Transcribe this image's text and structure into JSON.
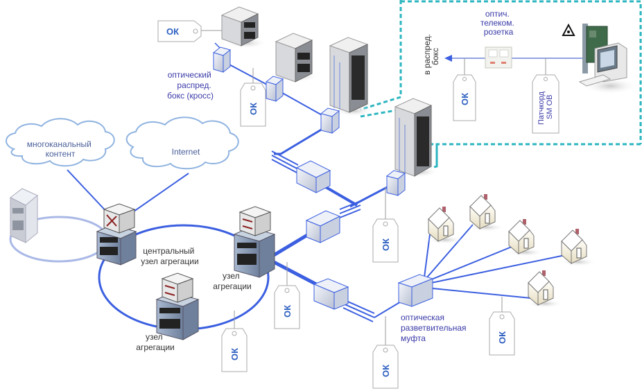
{
  "diagram": {
    "title": "FTTx optical access network scheme",
    "colors": {
      "fiber": "#3b5fe0",
      "fiber_light": "#a9b8e6",
      "inset_border": "#2cb5c0",
      "tag_text": "#2d5fc0",
      "label_blue": "#3a3aa8",
      "label_dark": "#333333"
    },
    "clouds": [
      {
        "id": "multichannel-content",
        "label_lines": [
          "многоканальный",
          "контент"
        ]
      },
      {
        "id": "internet",
        "label_lines": [
          "Internet"
        ]
      }
    ],
    "nodes": [
      {
        "id": "central-aggregation-node",
        "label_lines": [
          "центральный",
          "узел агрегации"
        ]
      },
      {
        "id": "aggregation-node-right",
        "label_lines": [
          "узел",
          "агрегации"
        ]
      },
      {
        "id": "aggregation-node-bottom",
        "label_lines": [
          "узел",
          "агрегации"
        ]
      }
    ],
    "labels": {
      "optical_distribution_box": [
        "оптический",
        "распред.",
        "бокс (кросс)"
      ],
      "optical_splice_closure": [
        "оптическая",
        "разветвительная",
        "муфта"
      ]
    },
    "inset": {
      "socket_label": [
        "оптич.",
        "телеком.",
        "розетка"
      ],
      "to_box_label": [
        "в распред.",
        "бокс"
      ],
      "cable_tag": "ОК",
      "patchcord_tag": [
        "Патчкорд",
        "SM OB"
      ],
      "laser_warning_icon": "laser-warning"
    },
    "tags": {
      "cable_label": "ОК",
      "count": 8
    }
  }
}
